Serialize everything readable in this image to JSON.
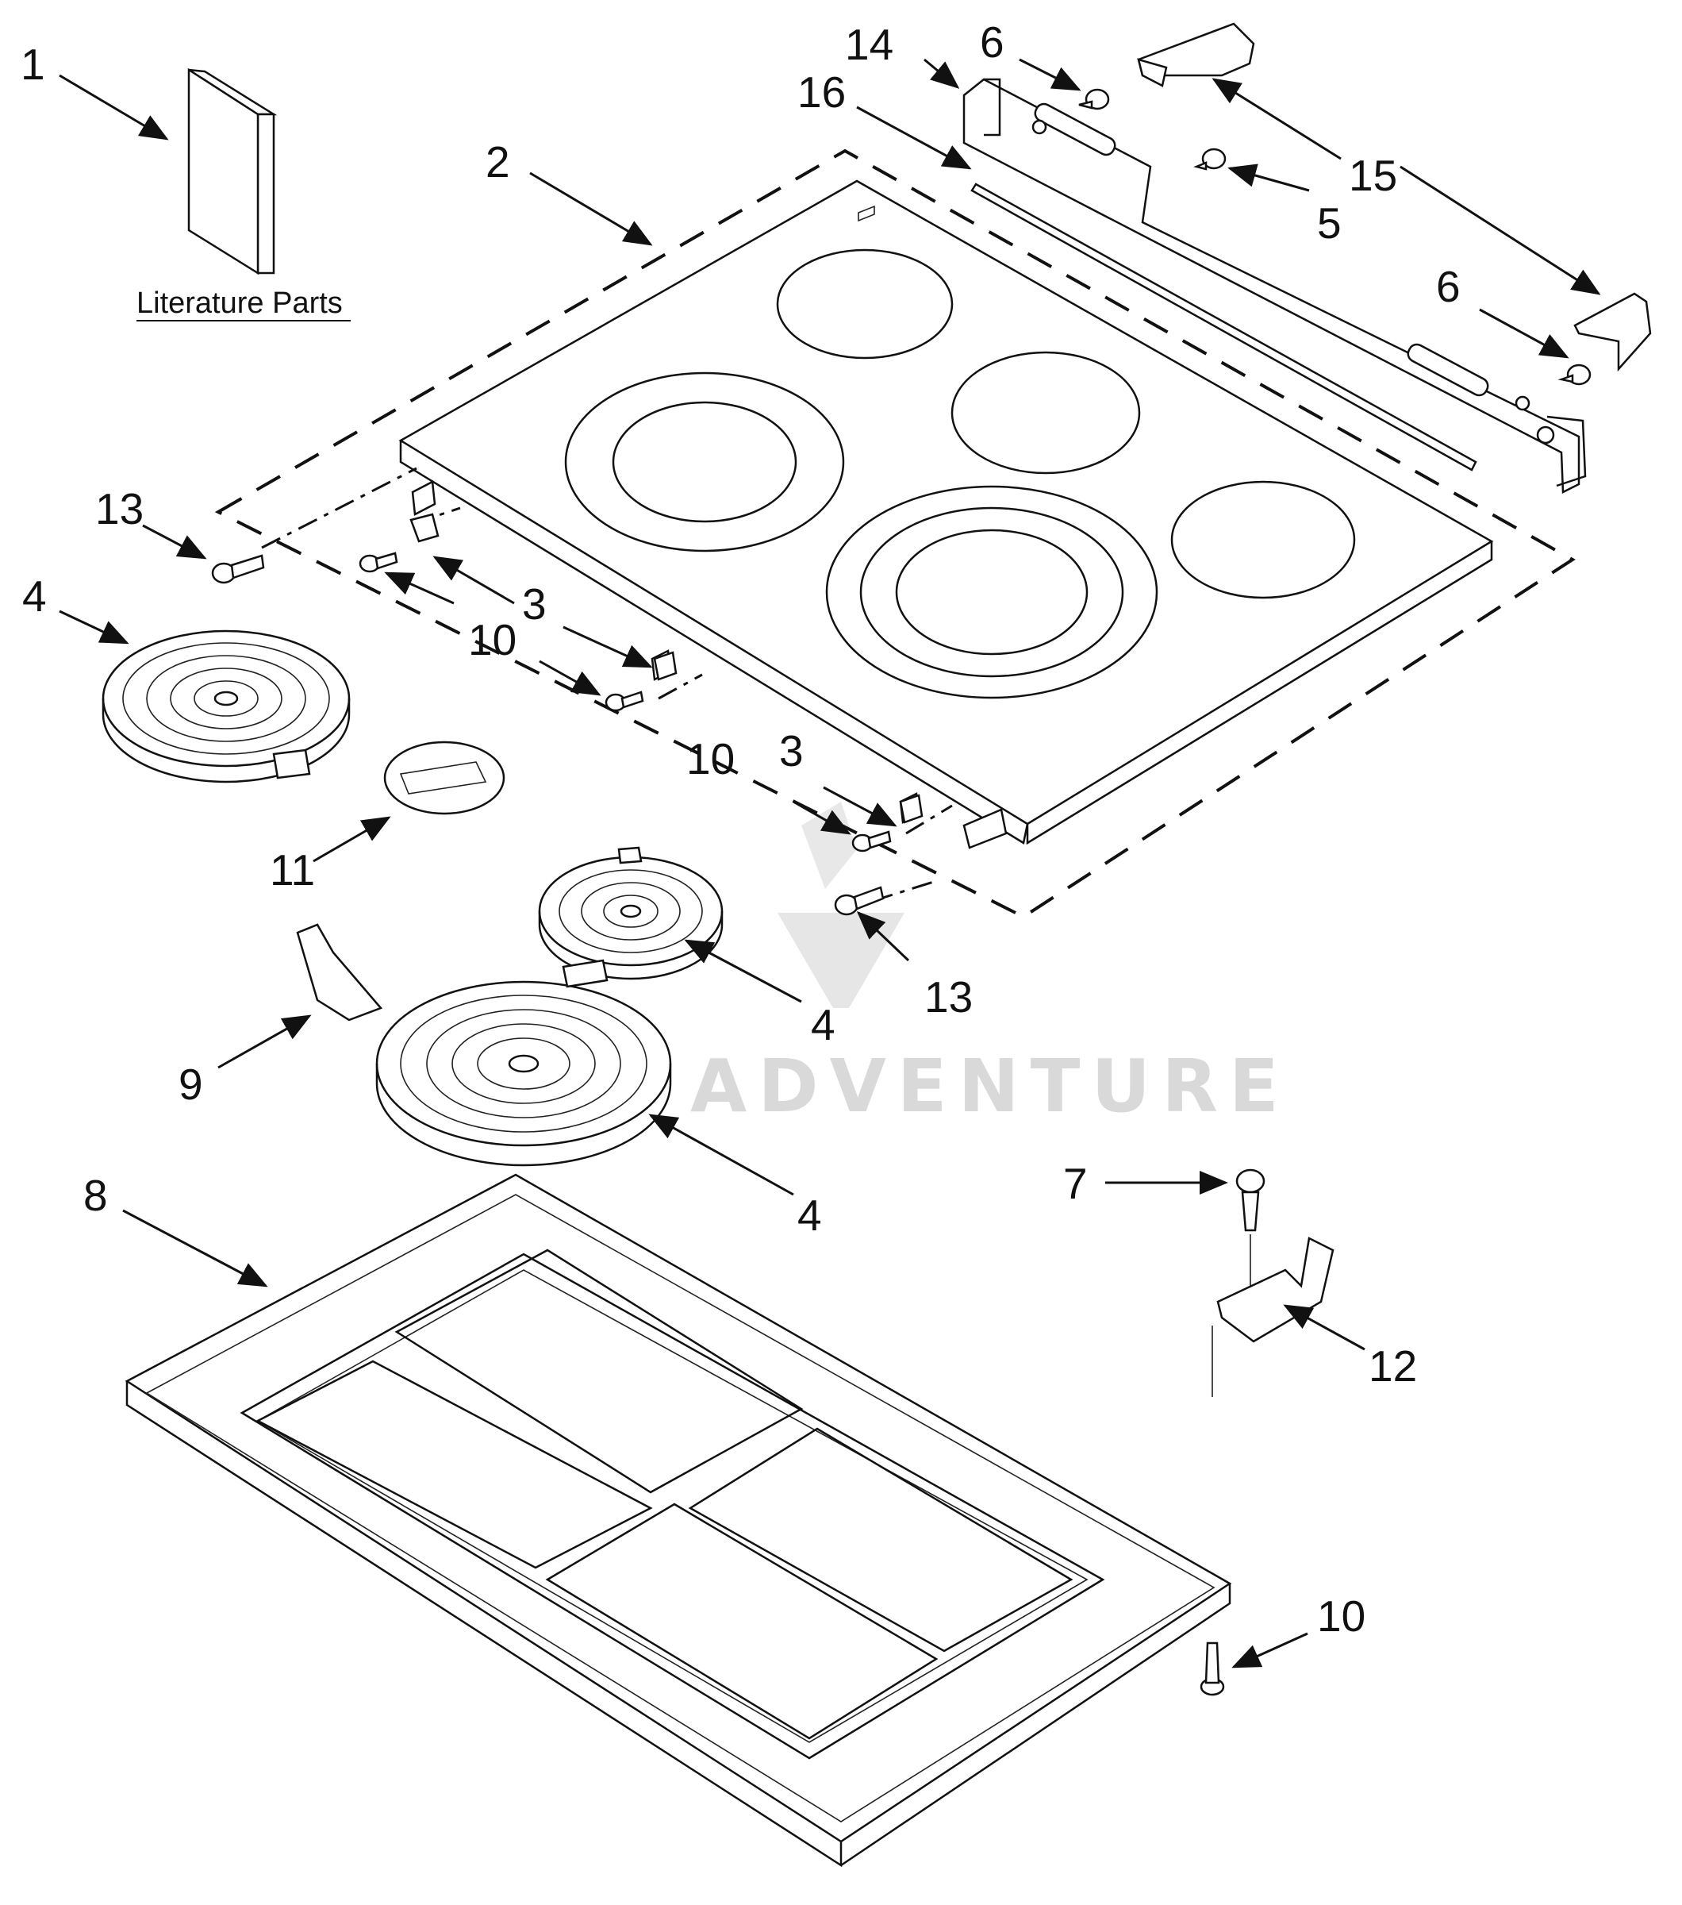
{
  "literature": {
    "caption": "Literature Parts"
  },
  "watermark": {
    "text": "ADVENTURE"
  },
  "callouts": {
    "c1": "1",
    "c2": "2",
    "c3a": "3",
    "c3b": "3",
    "c4a": "4",
    "c4b": "4",
    "c4c": "4",
    "c5": "5",
    "c6a": "6",
    "c6b": "6",
    "c7": "7",
    "c8": "8",
    "c9": "9",
    "c10a": "10",
    "c10b": "10",
    "c10c": "10",
    "c11": "11",
    "c12": "12",
    "c13a": "13",
    "c13b": "13",
    "c14": "14",
    "c15": "15",
    "c16": "16"
  }
}
